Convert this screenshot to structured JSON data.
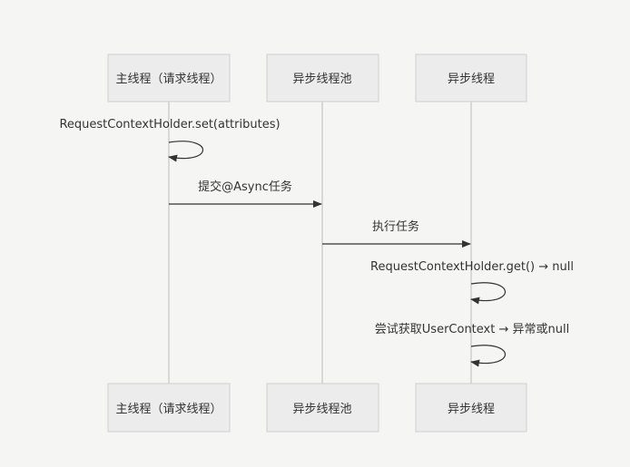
{
  "participants": [
    {
      "label": "主线程（请求线程）"
    },
    {
      "label": "异步线程池"
    },
    {
      "label": "异步线程"
    }
  ],
  "messages": [
    {
      "from": 0,
      "to": 0,
      "label": "RequestContextHolder.set(attributes)"
    },
    {
      "from": 0,
      "to": 1,
      "label": "提交@Async任务"
    },
    {
      "from": 1,
      "to": 2,
      "label": "执行任务"
    },
    {
      "from": 2,
      "to": 2,
      "label": "RequestContextHolder.get() → null"
    },
    {
      "from": 2,
      "to": 2,
      "label": "尝试获取UserContext → 异常或null"
    }
  ],
  "colors": {
    "background": "#f5f5f3",
    "box_fill": "#ececec",
    "box_stroke": "#d0d0d0",
    "lifeline": "#cfcfcf",
    "arrow": "#333333",
    "text": "#333333"
  }
}
